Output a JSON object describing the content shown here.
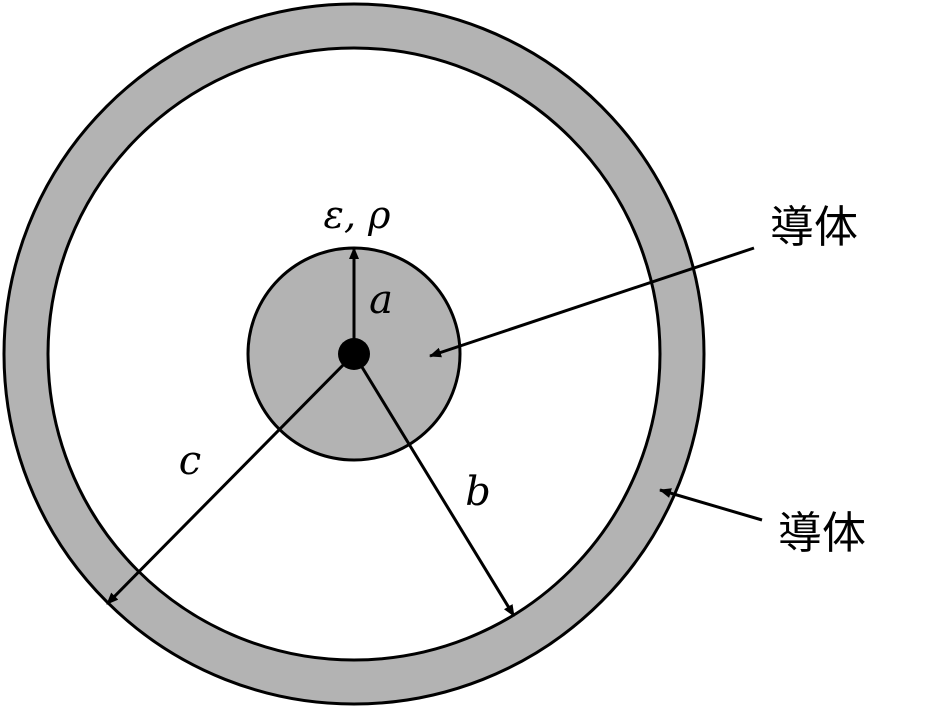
{
  "colors": {
    "conductor_fill": "#b3b3b3",
    "dielectric_fill": "#ffffff",
    "stroke": "#000000"
  },
  "labels": {
    "medium": "ε, ρ",
    "inner_radius": "a",
    "middle_radius": "b",
    "outer_radius": "c",
    "inner_conductor": "導体",
    "outer_conductor": "導体"
  }
}
